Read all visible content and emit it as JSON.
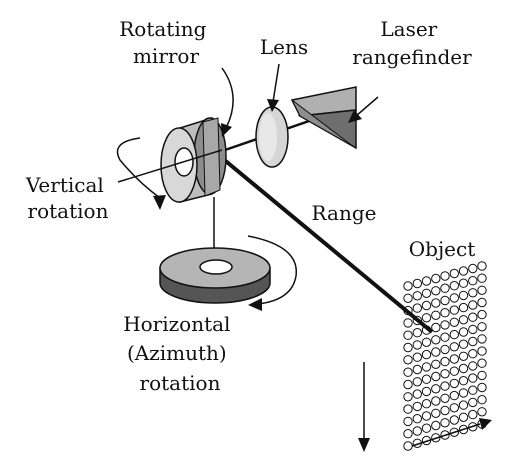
{
  "labels": {
    "rotating_mirror": [
      "Rotating",
      "mirror"
    ],
    "lens": "Lens",
    "laser_rangefinder": [
      "Laser",
      "rangefinder"
    ],
    "vertical_rotation": [
      "Vertical",
      "rotation"
    ],
    "range": "Range",
    "object": "Object",
    "horizontal_rotation": [
      "Horizontal",
      "(Azimuth)",
      "rotation"
    ]
  },
  "colors": {
    "ink": "#111111",
    "mirror_face": "#bdbdbd",
    "mirror_side": "#8c8c8c",
    "lens_fill": "#d6d6d6",
    "laser_top": "#b0b0b0",
    "laser_side": "#6e6e6e",
    "disk_top": "#b5b5b5",
    "disk_side": "#555555",
    "object_fill": "#ffffff"
  },
  "icons": {
    "object_target": "grid-of-circles-icon",
    "laser_unit": "wedge-prism-icon"
  }
}
